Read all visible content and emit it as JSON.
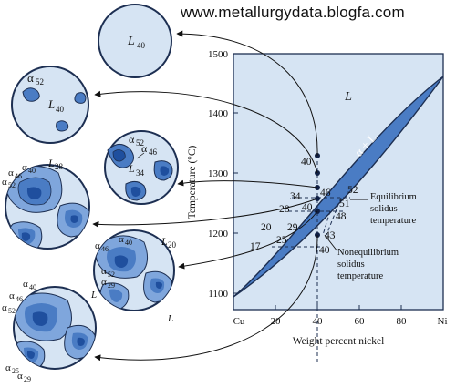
{
  "watermark": "www.metallurgydata.blogfa.com",
  "diagram": {
    "ylabel": "Temperature (°C)",
    "xlabel": "Weight percent nickel",
    "y_ticks": [
      "1500",
      "1400",
      "1300",
      "1200",
      "1100"
    ],
    "x_ticks": [
      "Cu",
      "20",
      "40",
      "60",
      "80",
      "Ni"
    ],
    "phase_liquid": "L",
    "phase_two": "α + L",
    "annot_equilibrium": [
      "Equilibrium",
      "solidus",
      "temperature"
    ],
    "annot_nonequilibrium": [
      "Nonequilibrium",
      "solidus",
      "temperature"
    ],
    "comp_labels": {
      "n40a": "40",
      "n34": "34",
      "n46": "46",
      "n52": "52",
      "n28": "28",
      "n40b": "40",
      "n51": "51",
      "n48": "48",
      "n20": "20",
      "n29": "29",
      "n43": "43",
      "n17": "17",
      "n25": "25",
      "n40c": "40"
    },
    "colors": {
      "plot_bg": "#d6e4f3",
      "phase_fill": "#4a7cc4",
      "outline": "#1d2f52"
    }
  },
  "microstructures": {
    "c1": {
      "L": "L",
      "Lsub": "40"
    },
    "c2": {
      "a": "α",
      "asub": "52",
      "L": "L",
      "Lsub": "40"
    },
    "c3": {
      "a1": "α",
      "a1sub": "52",
      "a2": "α",
      "a2sub": "46",
      "L": "L",
      "Lsub": "34"
    },
    "c4": {
      "a1": "α",
      "a1sub": "40",
      "L": "L",
      "Lsub": "28",
      "a2": "α",
      "a2sub": "46",
      "a3": "α",
      "a3sub": "52"
    },
    "c5": {
      "a1": "α",
      "a1sub": "46",
      "a2": "α",
      "a2sub": "40",
      "L": "L",
      "Lsub": "20",
      "a3": "α",
      "a3sub": "52",
      "a4": "α",
      "a4sub": "29",
      "L2": "L",
      "L3": "L"
    },
    "c6": {
      "a1": "α",
      "a1sub": "40",
      "a2": "α",
      "a2sub": "46",
      "a3": "α",
      "a3sub": "52",
      "a4": "α",
      "a4sub": "25",
      "a5": "α",
      "a5sub": "29"
    }
  }
}
